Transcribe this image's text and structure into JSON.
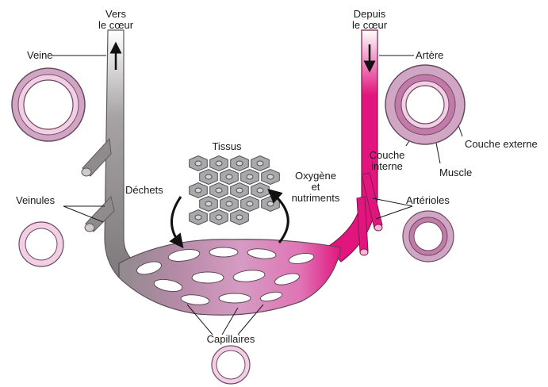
{
  "colors": {
    "vein": "#8f8b8d",
    "vein_dark": "#5f5a5d",
    "artery": "#e2157e",
    "capillary_fill": "#d69bc3",
    "capillary_edge": "#5a4a55",
    "tissue_cell": "#a9a9ac",
    "vessel_ring": "#f3cfe6",
    "vessel_ring_outer": "#d1a5c4"
  },
  "labels": {
    "to_heart_line1": "Vers",
    "to_heart_line2": "le cœur",
    "from_heart_line1": "Depuis",
    "from_heart_line2": "le cœur",
    "vein": "Veine",
    "artery": "Artère",
    "tissue": "Tissus",
    "waste": "Déchets",
    "oxygen_line1": "Oxygène",
    "oxygen_line2": "et",
    "oxygen_line3": "nutriments",
    "venules": "Veinules",
    "arterioles": "Artérioles",
    "outer_layer": "Couche externe",
    "inner_layer_line1": "Couche",
    "inner_layer_line2": "interne",
    "muscle": "Muscle",
    "capillaries": "Capillaires"
  }
}
